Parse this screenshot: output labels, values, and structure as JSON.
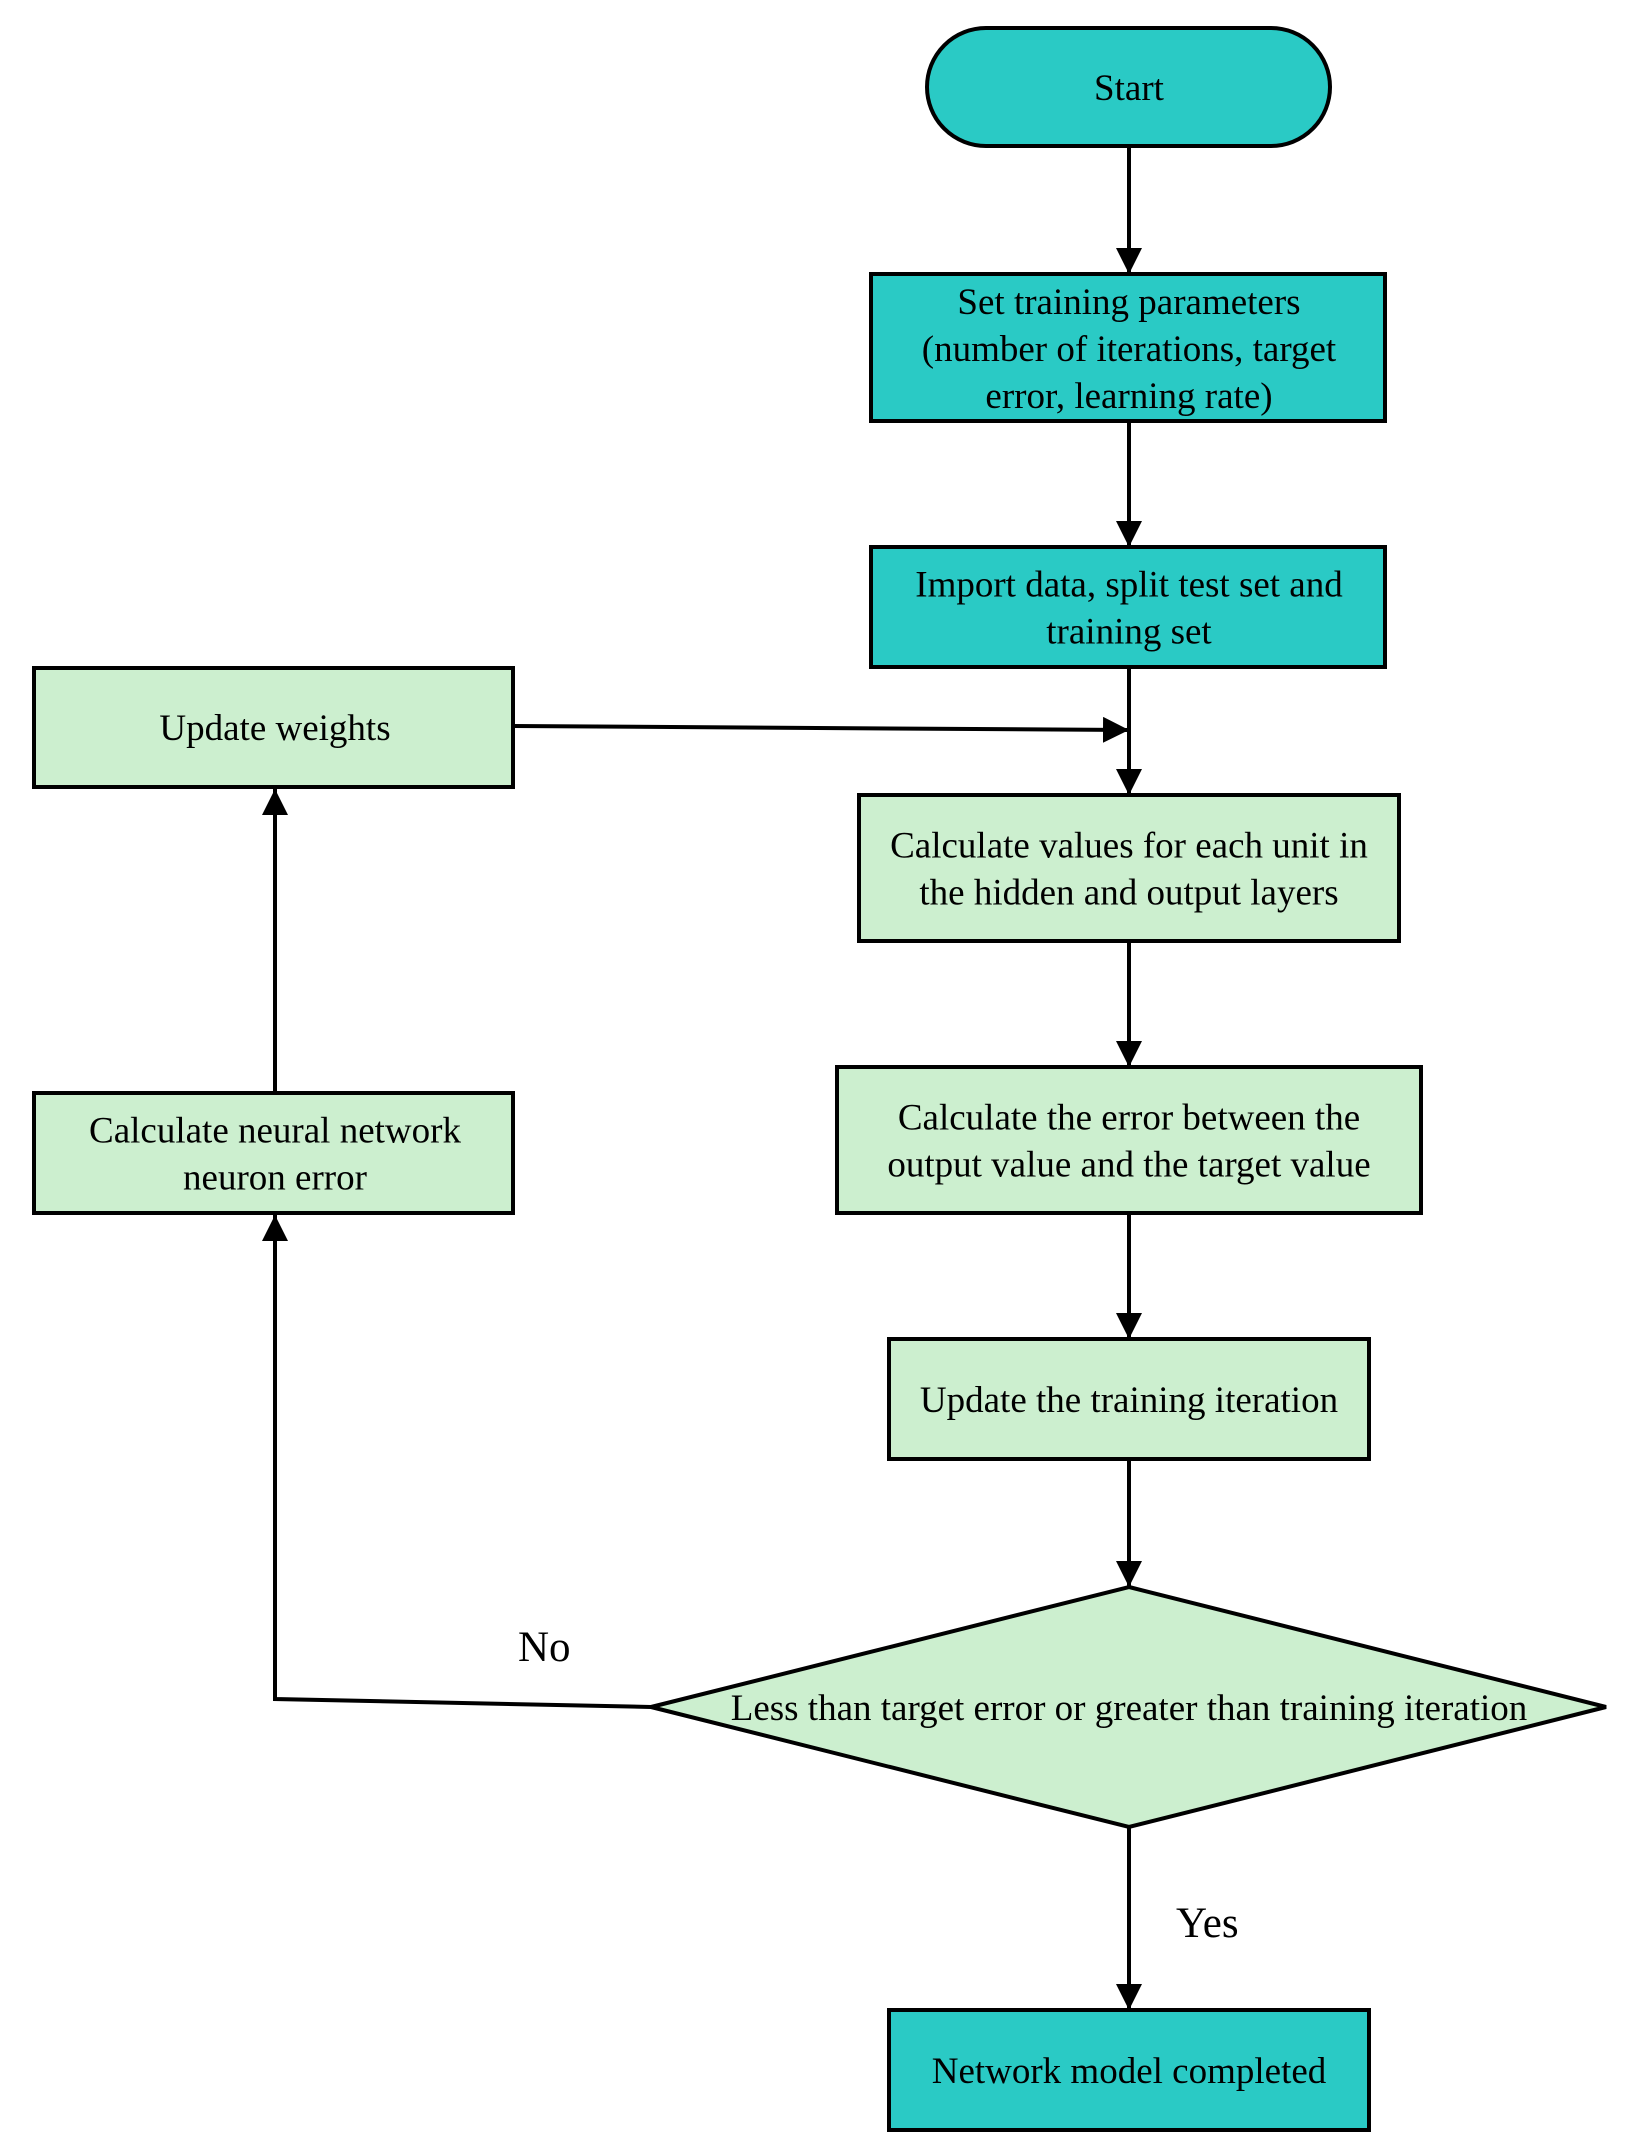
{
  "colors": {
    "teal": "#2ACAC5",
    "mint": "#CCEFCF",
    "stroke": "#000000"
  },
  "nodes": {
    "start": {
      "lines": [
        "Start"
      ]
    },
    "set_params": {
      "lines": [
        "Set training parameters",
        "(number of iterations, target",
        "error, learning rate)"
      ]
    },
    "import_data": {
      "lines": [
        "Import data, split test set and",
        "training set"
      ]
    },
    "update_weights": {
      "lines": [
        "Update weights"
      ]
    },
    "calc_values": {
      "lines": [
        "Calculate values for each unit in",
        "the hidden and output layers"
      ]
    },
    "calc_error": {
      "lines": [
        "Calculate the error between the",
        "output value and the target value"
      ]
    },
    "calc_neuron_error": {
      "lines": [
        "Calculate neural network",
        "neuron error"
      ]
    },
    "update_iteration": {
      "lines": [
        "Update the training iteration"
      ]
    },
    "decision": {
      "lines": [
        "Less than target error or greater than training iteration"
      ]
    },
    "completed": {
      "lines": [
        "Network model completed"
      ]
    }
  },
  "edge_labels": {
    "no": "No",
    "yes": "Yes"
  }
}
